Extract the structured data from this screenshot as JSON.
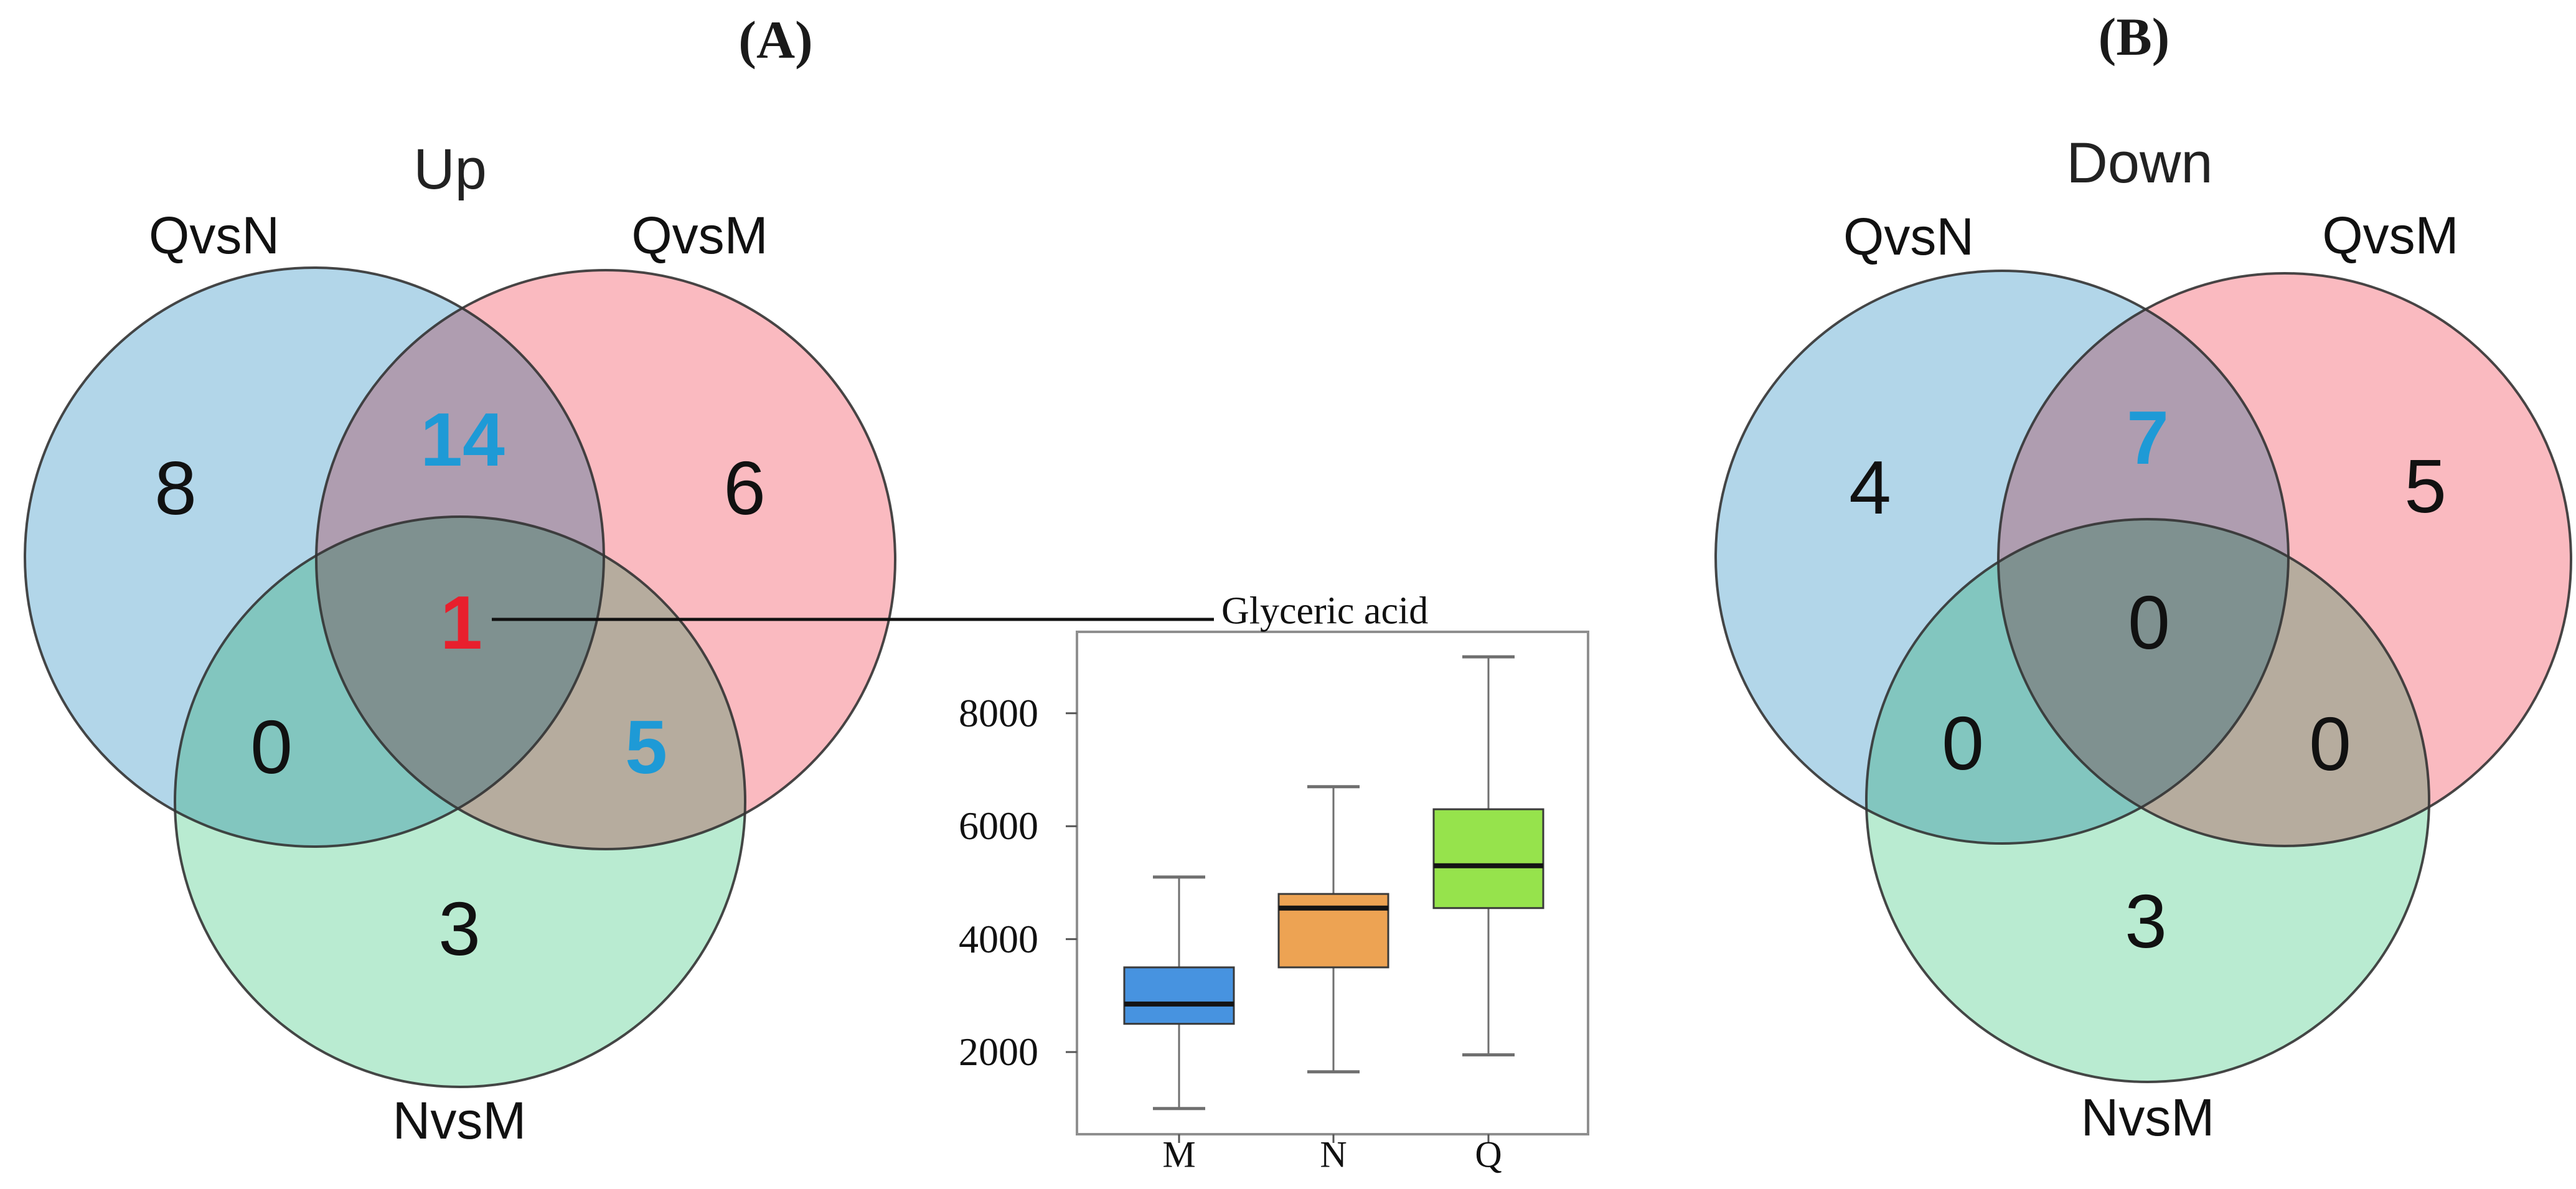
{
  "figure": {
    "panel_a_label": "(A)",
    "panel_b_label": "(B)"
  },
  "chart_data": [
    {
      "type": "venn",
      "panel": "A",
      "title": "Up",
      "sets": [
        "QvsN",
        "QvsM",
        "NvsM"
      ],
      "regions": {
        "qvsn_only": 8,
        "qvsn_qvsm": 14,
        "qvsm_only": 6,
        "all_three": 1,
        "qvsn_nvsm": 0,
        "qvsm_nvsm": 5,
        "nvsm_only": 3
      }
    },
    {
      "type": "venn",
      "panel": "B",
      "title": "Down",
      "sets": [
        "QvsN",
        "QvsM",
        "NvsM"
      ],
      "regions": {
        "qvsn_only": 4,
        "qvsn_qvsm": 7,
        "qvsm_only": 5,
        "all_three": 0,
        "qvsn_nvsm": 0,
        "qvsm_nvsm": 0,
        "nvsm_only": 3
      }
    },
    {
      "type": "boxplot",
      "title": "Glyceric acid",
      "categories": [
        "M",
        "N",
        "Q"
      ],
      "yticks": [
        2000,
        4000,
        6000,
        8000
      ],
      "ylim": [
        540,
        9450
      ],
      "grid": false,
      "series": [
        {
          "name": "M",
          "whisker_low": 1000,
          "q1": 2500,
          "median": 2850,
          "q3": 3500,
          "whisker_high": 5100
        },
        {
          "name": "N",
          "whisker_low": 1650,
          "q1": 3500,
          "median": 4550,
          "q3": 4800,
          "whisker_high": 6700
        },
        {
          "name": "Q",
          "whisker_low": 1950,
          "q1": 4550,
          "median": 5300,
          "q3": 6300,
          "whisker_high": 9000
        }
      ]
    }
  ],
  "colors": {
    "venn_blue": "#9ccbe3",
    "venn_pink": "#f8a6ae",
    "venn_green": "#a5e6c4",
    "highlight_blue": "#1e9ad6",
    "highlight_red": "#e81f2d",
    "box_m": "#4793e0",
    "box_n": "#eda353",
    "box_q": "#96e34c",
    "median_line": "#141414",
    "whisker": "#6f6f6f",
    "frame": "#8f8f8f"
  }
}
